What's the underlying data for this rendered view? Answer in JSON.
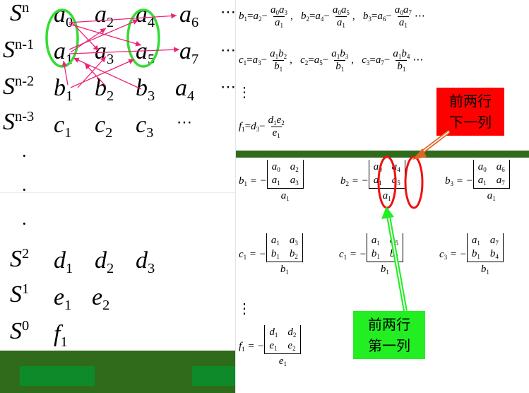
{
  "colors": {
    "divider": "#2f6b1a",
    "callout_red": "#ff0000",
    "callout_green": "#22ee22",
    "arrow_pink": "#ee2277",
    "ring_green": "#33dd33",
    "ring_red": "#ee1111",
    "arrow_orange": "#dd6622"
  },
  "left": {
    "rows": [
      {
        "s": "S",
        "exp": "n",
        "cells": [
          [
            "a",
            "0"
          ],
          [
            "a",
            "2"
          ],
          [
            "a",
            "4"
          ],
          [
            "a",
            "6"
          ]
        ]
      },
      {
        "s": "S",
        "exp": "n-1",
        "cells": [
          [
            "a",
            "1"
          ],
          [
            "a",
            "3"
          ],
          [
            "a",
            "5"
          ],
          [
            "a",
            "7"
          ]
        ]
      },
      {
        "s": "S",
        "exp": "n-2",
        "cells": [
          [
            "b",
            "1"
          ],
          [
            "b",
            "2"
          ],
          [
            "b",
            "3"
          ],
          [
            "a",
            "4"
          ]
        ]
      },
      {
        "s": "S",
        "exp": "n-3",
        "cells": [
          [
            "c",
            "1"
          ],
          [
            "c",
            "2"
          ],
          [
            "c",
            "3"
          ],
          [
            "…",
            ""
          ]
        ]
      },
      {
        "s": "S",
        "exp": "2",
        "cells": [
          [
            "d",
            "1"
          ],
          [
            "d",
            "2"
          ],
          [
            "d",
            "3"
          ]
        ]
      },
      {
        "s": "S",
        "exp": "1",
        "cells": [
          [
            "e",
            "1"
          ],
          [
            "e",
            "2"
          ]
        ]
      },
      {
        "s": "S",
        "exp": "0",
        "cells": [
          [
            "f",
            "1"
          ]
        ]
      }
    ],
    "dots": [
      "·",
      "·",
      "·"
    ],
    "row_end": [
      "…",
      "…",
      "…"
    ]
  },
  "right_top": {
    "b_line": "b1 = a2 − a0a3/a1,  b2 = a4 − a0a5/a1,  b3 = a6 − a0a7/a1 …",
    "c_line": "c1 = a3 − a1b2/b1,  c2 = a5 − a1b3/b1,  c3 = a7 − a1b4/b1 …",
    "vdots": "⋮",
    "f_line": "f1 = d3 − d1e2/e1"
  },
  "callouts": {
    "red_line1": "前两行",
    "red_line2": "下一列",
    "green_line1": "前两行",
    "green_line2": "第一列"
  }
}
